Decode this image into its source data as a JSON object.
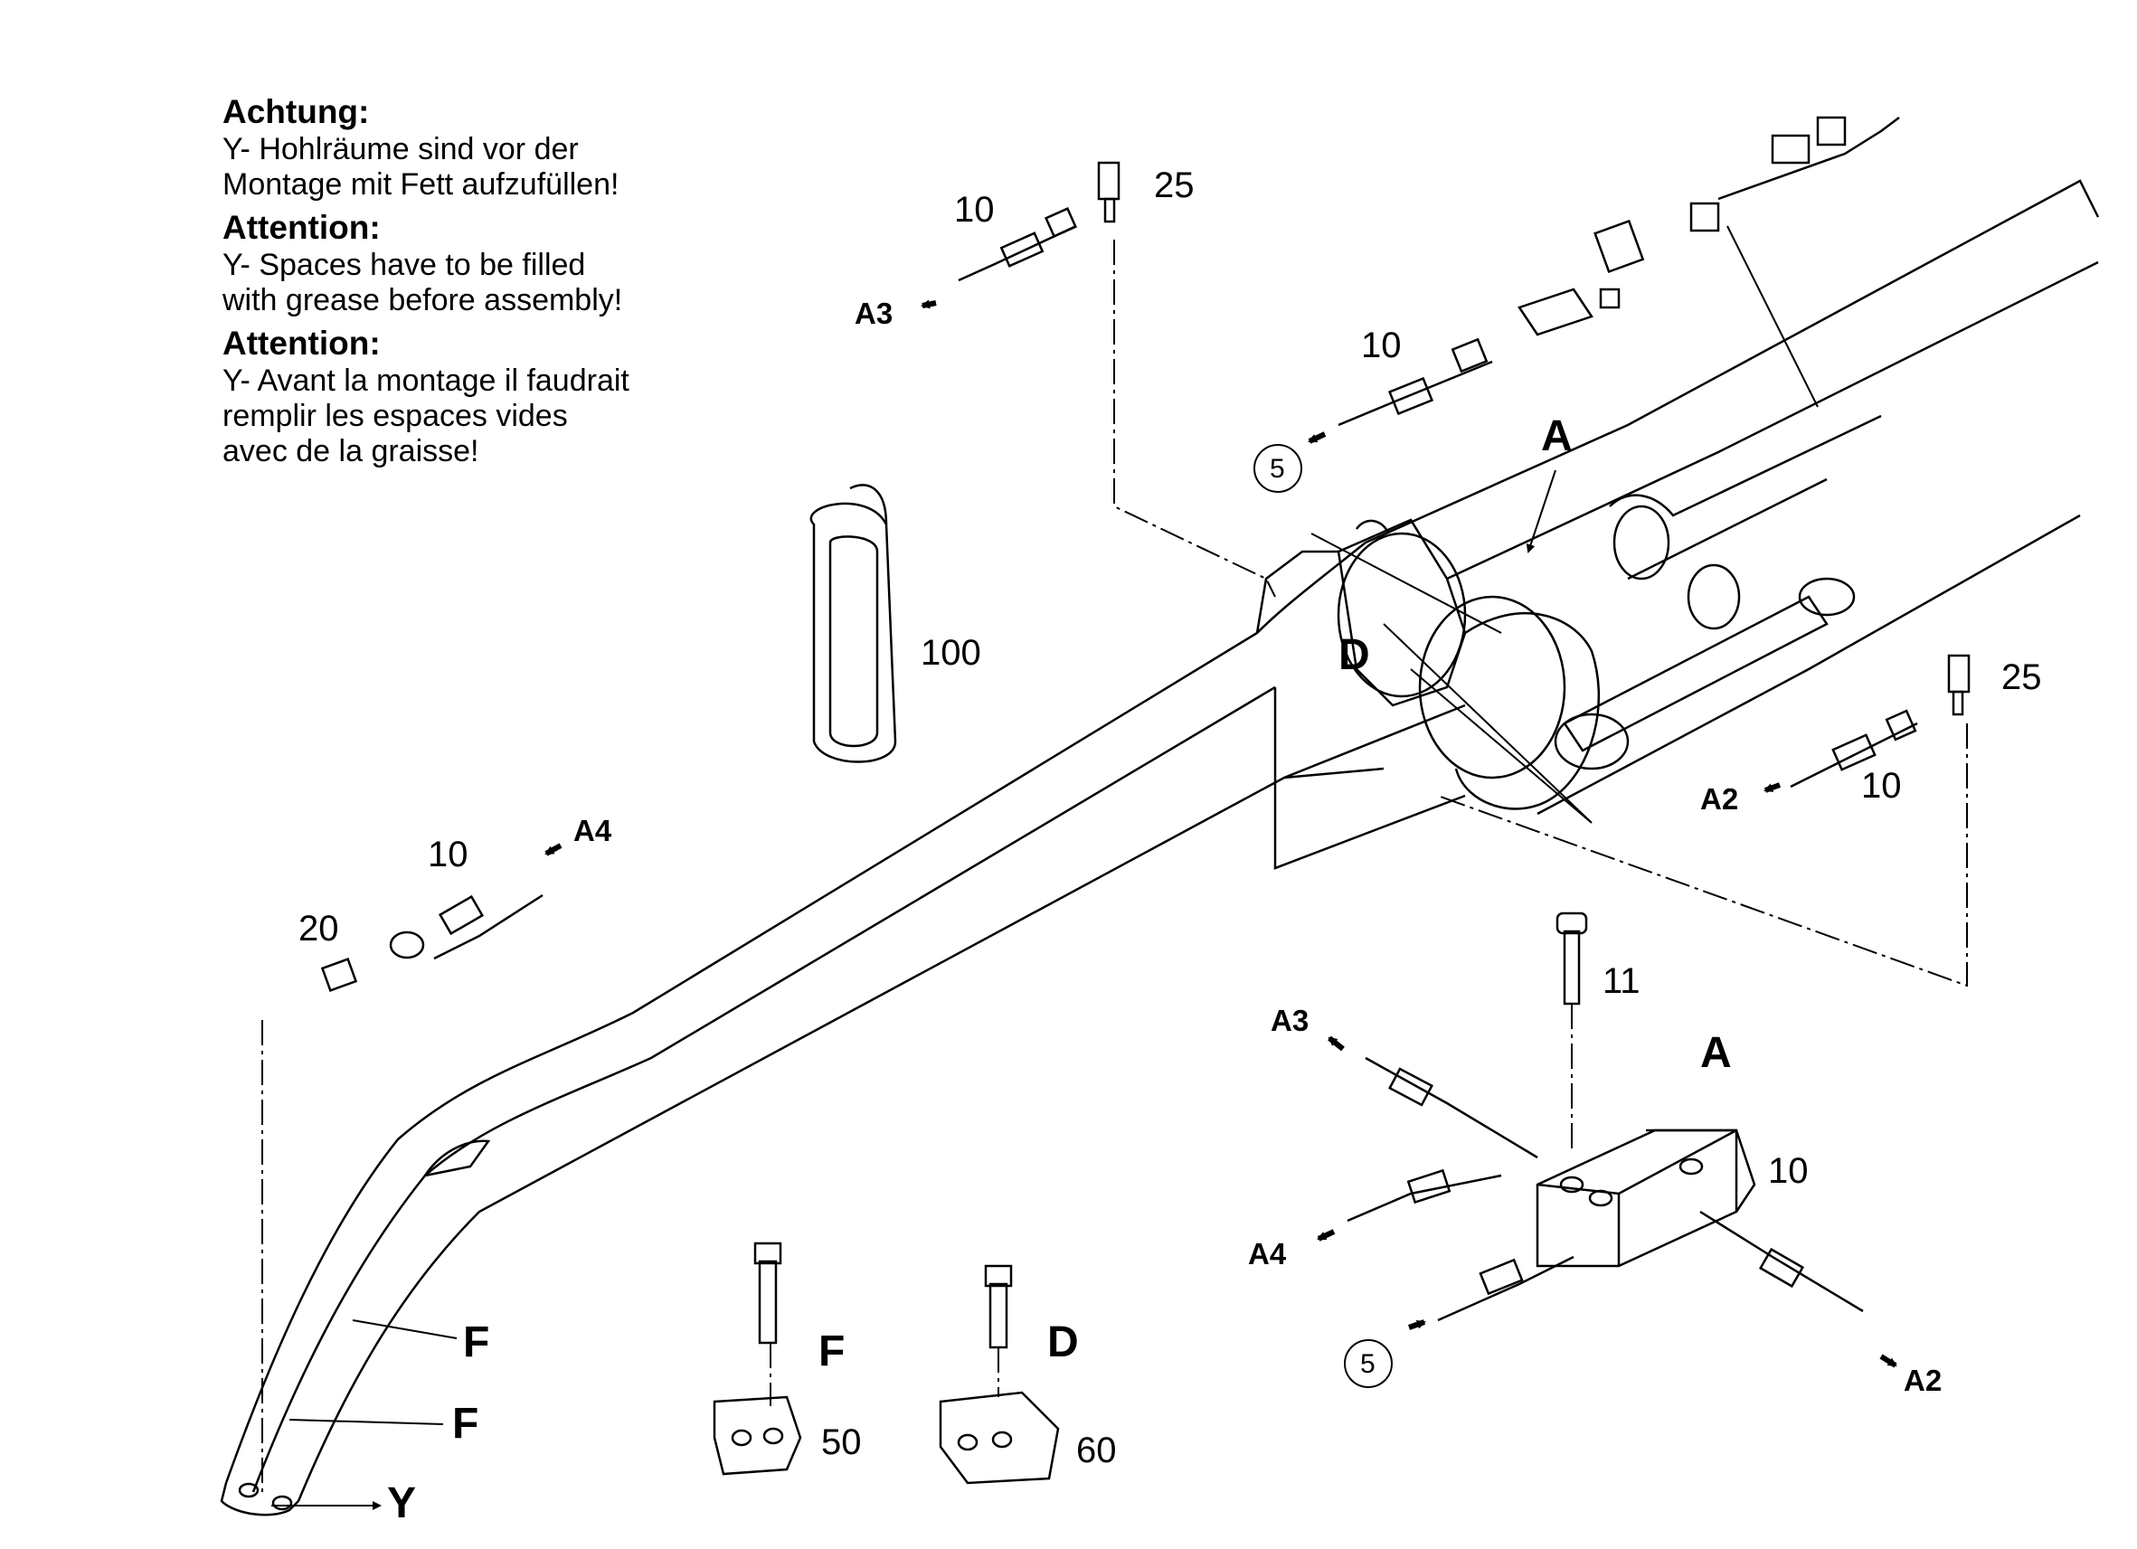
{
  "notes": [
    {
      "heading": "Achtung:",
      "lines": [
        "Y- Hohlräume sind vor der",
        "Montage mit Fett aufzufüllen!"
      ]
    },
    {
      "heading": "Attention:",
      "lines": [
        "Y- Spaces have to be filled",
        "with grease before assembly!"
      ]
    },
    {
      "heading": "Attention:",
      "lines": [
        "Y- Avant la montage il faudrait",
        "remplir les espaces vides",
        "avec de la graisse!"
      ]
    }
  ],
  "part_numbers": {
    "p10_top": "10",
    "p25_top": "25",
    "p10_mid": "10",
    "p100": "100",
    "p25_right": "25",
    "p10_right": "10",
    "p10_left": "10",
    "p20": "20",
    "p11": "11",
    "p10_block": "10",
    "p50": "50",
    "p60": "60",
    "p5_mid": "5",
    "p5_block": "5"
  },
  "callouts": {
    "A_main": "A",
    "D_main": "D",
    "A_detail": "A",
    "F_upper": "F",
    "F_lower": "F",
    "Y": "Y",
    "F_clamp": "F",
    "D_clamp": "D"
  },
  "connections": {
    "a3_top": "A3",
    "a2_right": "A2",
    "a4_left": "A4",
    "a3_block": "A3",
    "a4_block": "A4",
    "a2_block": "A2"
  }
}
